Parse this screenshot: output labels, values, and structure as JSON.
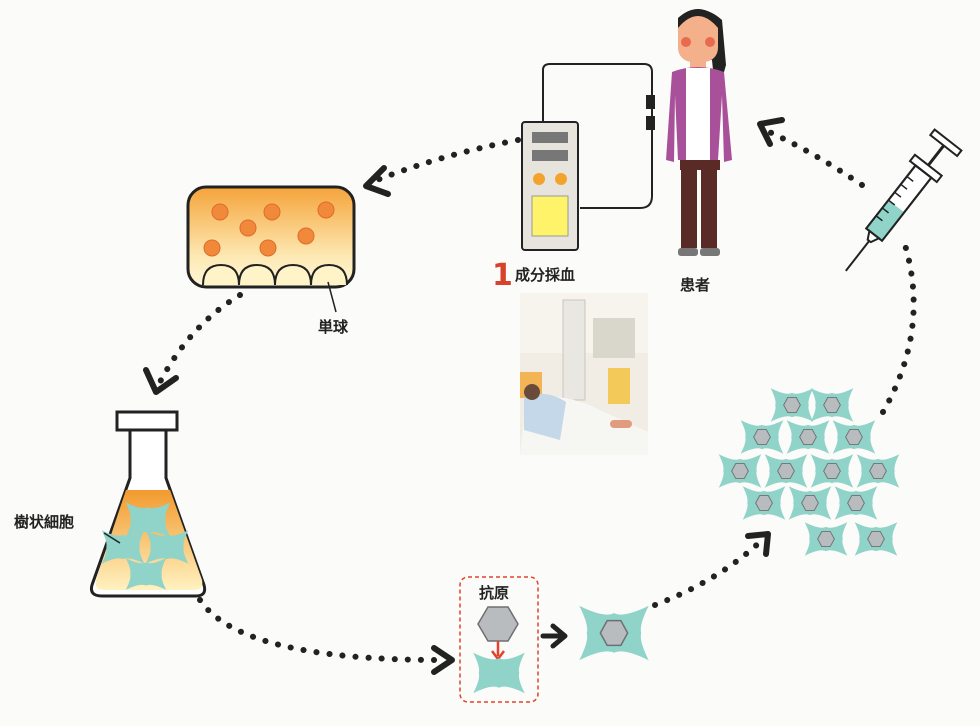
{
  "labels": {
    "patient": "患者",
    "step_number": "1",
    "apheresis": "成分採血",
    "monocyte": "単球",
    "dendritic_cell": "樹状細胞",
    "antigen": "抗原"
  },
  "colors": {
    "dots": "#222222",
    "orange": "#f29a2e",
    "cell": "#8fd3c9",
    "antigen_gray": "#b9bcbf",
    "red_arrow": "#e2432b",
    "step_red": "#d8412a"
  },
  "icons": [
    "patient-figure",
    "apheresis-machine",
    "culture-chamber",
    "flask",
    "syringe",
    "dendritic-cell",
    "antigen-hexagon"
  ]
}
